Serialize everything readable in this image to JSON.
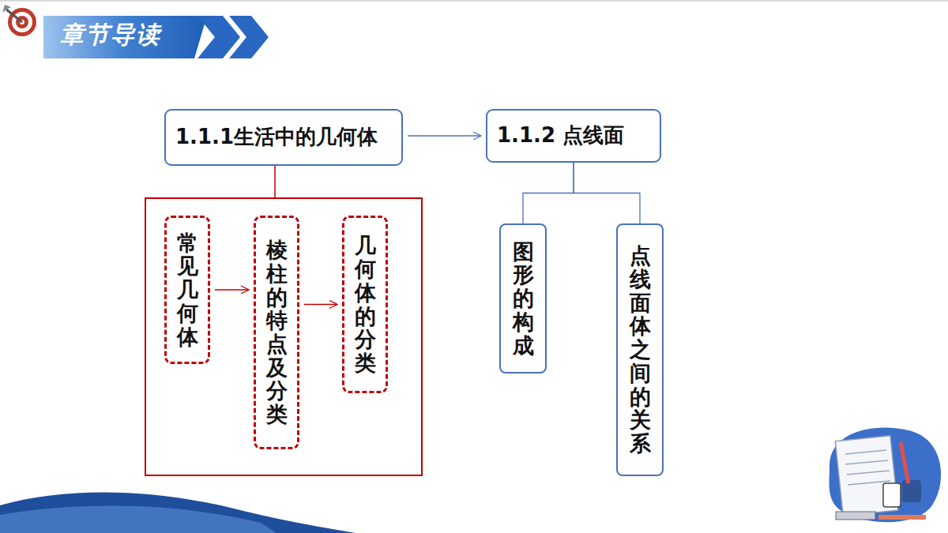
{
  "diagram": {
    "title": "章节导读",
    "nodes": [
      {
        "text": [
          "1.1.1生活中的几何体"
        ]
      },
      {
        "text": [
          "常见几何体"
        ]
      },
      {
        "text": [
          "棱柱的特点及分类"
        ]
      },
      {
        "text": [
          "几何体的分类"
        ]
      },
      {
        "text": [
          "1.1.2 点线面"
        ]
      },
      {
        "text": [
          "图形的构成"
        ]
      },
      {
        "text": [
          "点线面体之间的关系"
        ]
      }
    ],
    "edges": [
      {
        "from": 0,
        "to": 4,
        "arrow": "to"
      },
      {
        "from": 1,
        "to": 2,
        "arrow": "to"
      },
      {
        "from": 2,
        "to": 3,
        "arrow": "to"
      },
      {
        "from": 4,
        "to": 5,
        "arrow": "none"
      },
      {
        "from": 4,
        "to": 6,
        "arrow": "none"
      }
    ]
  }
}
